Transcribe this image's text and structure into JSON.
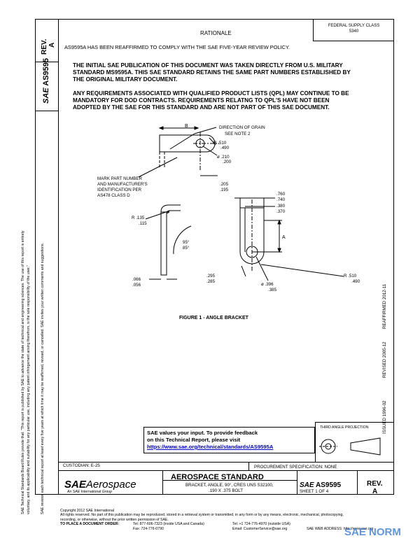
{
  "header": {
    "rev_label": "REV.",
    "rev_value": "A",
    "doc_number": "AS9595",
    "sae_mark": "SAE",
    "section_title": "RATIONALE",
    "fsc_line1": "FEDERAL SUPPLY CLASS",
    "fsc_line2": "5340"
  },
  "rationale": {
    "line": "AS9595A HAS BEEN REAFFIRMED TO COMPLY WITH THE SAE FIVE-YEAR REVIEW POLICY.",
    "para1": [
      "THE  INITIAL SAE PUBLICATION OF THIS DOCUMENT WAS TAKEN DIRECTLY FROM  U.S. MILITARY",
      "STANDARD MS9595A. THIS SAE STANDARD RETAINS THE SAME PART NUMBERS ESTABLISHED BY",
      "THE ORIGINAL MILITARY DOCUMENT."
    ],
    "para2": [
      "ANY REQUIREMENTS ASSOCIATED WITH QUALIFIED PRODUCT LISTS (QPL) MAY CONTINUE TO BE",
      "MANDATORY FOR DOD CONTRACTS.  REQUIREMENTS RELATNG TO QPL'S HAVE NOT BEEN",
      "ADOPTED BY THE SAE FOR THIS STANDARD AND ARE NOT PART OF THIS SAE DOCUMENT."
    ]
  },
  "figure": {
    "caption": "FIGURE 1 - ANGLE BRACKET",
    "grain_note_1": "DIRECTION OF GRAIN",
    "grain_note_2": "SEE NOTE 2",
    "mark_note": [
      "MARK PART NUMBER",
      "AND MANUFACTURER'S",
      "IDENTIFICATION PER",
      "AS478  CLASS D"
    ],
    "dim_b": "B",
    "dim_a": "A",
    "r_510": "R  .510",
    "r_490": ".490",
    "d_210": "ø .210",
    "d_200": ".200",
    "d_205": ".205",
    "d_195": ".195",
    "d_760": ".760",
    "d_740": ".740",
    "d_380": ".380",
    "d_370": ".370",
    "r_135": "R  .135",
    "r_115": ".115",
    "ang_95": "95°",
    "ang_85": "85°",
    "d_066": ".066",
    "d_056": ".056",
    "d_295": ".295",
    "d_285": ".285",
    "d_396": "ø .396",
    "d_385": ".385",
    "r2_510": "R  .510",
    "r2_490": ".490"
  },
  "feedback": {
    "line1": "SAE values your input. To provide feedback",
    "line2": "on this Technical Report, please visit",
    "link": "https://www.sae.org/technical/standards/AS9595A"
  },
  "projection_label": "THIRD ANGLE PROJECTION",
  "right_margin": {
    "date1": "REAFFIRMED 2012-11",
    "date2": "REVISED 2005-12",
    "date3": "ISSUED 1996-02"
  },
  "left_margin": {
    "line1": "SAE Technical Standards Board Rules provide that: \"This report is published by SAE to advance the state of technical and engineering sciences. The use of this report is entirely",
    "line2": "voluntary, and its applicability and suitability for any particular use, including any patent infringement arising therefrom, is the sole responsibility of the user.\"",
    "line3": "SAE reviews each technical report at least every five years at which time it may be reaffirmed, revised, or cancelled. SAE invites your written comments and suggestions."
  },
  "title_block": {
    "custodian": "CUSTODIAN: E-25",
    "procurement": "PROCUREMENT SPECIFICATION: NONE",
    "logo_bold": "SAE",
    "logo_italic": "Aerospace",
    "logo_sub": "An SAE International Group",
    "standard": "AEROSPACE STANDARD",
    "desc1": "BRACKET, ANGLE, 90°, CRES UNS S32100,",
    "desc2": ".190 X .375 BOLT",
    "doc_mark": "SAE",
    "doc_number": "AS9595",
    "sheet": "SHEET 1 OF 4",
    "rev_label": "REV.",
    "rev_value": "A"
  },
  "footer": {
    "line1": "Copyright 2012 SAE International",
    "line2": "All rights reserved. No part of this publication may be reproduced, stored in a retrieval system or transmitted, in any form or by any means, electronic, mechanical, photocopying,",
    "line3": "recording, or otherwise, without the prior written permission of SAE.",
    "order_label": "TO PLACE A DOCUMENT ORDER:",
    "tel1": "Tel: 877-606-7323 (inside USA and Canada)",
    "tel2": "Tel: +1 724-776-4970 (outside USA)",
    "fax": "Fax: 724-776-0790",
    "email": "Email: CustomerService@sae.org",
    "web": "SAE WEB ADDRESS: http://www.sae.org"
  },
  "watermark": "SAE NORM"
}
